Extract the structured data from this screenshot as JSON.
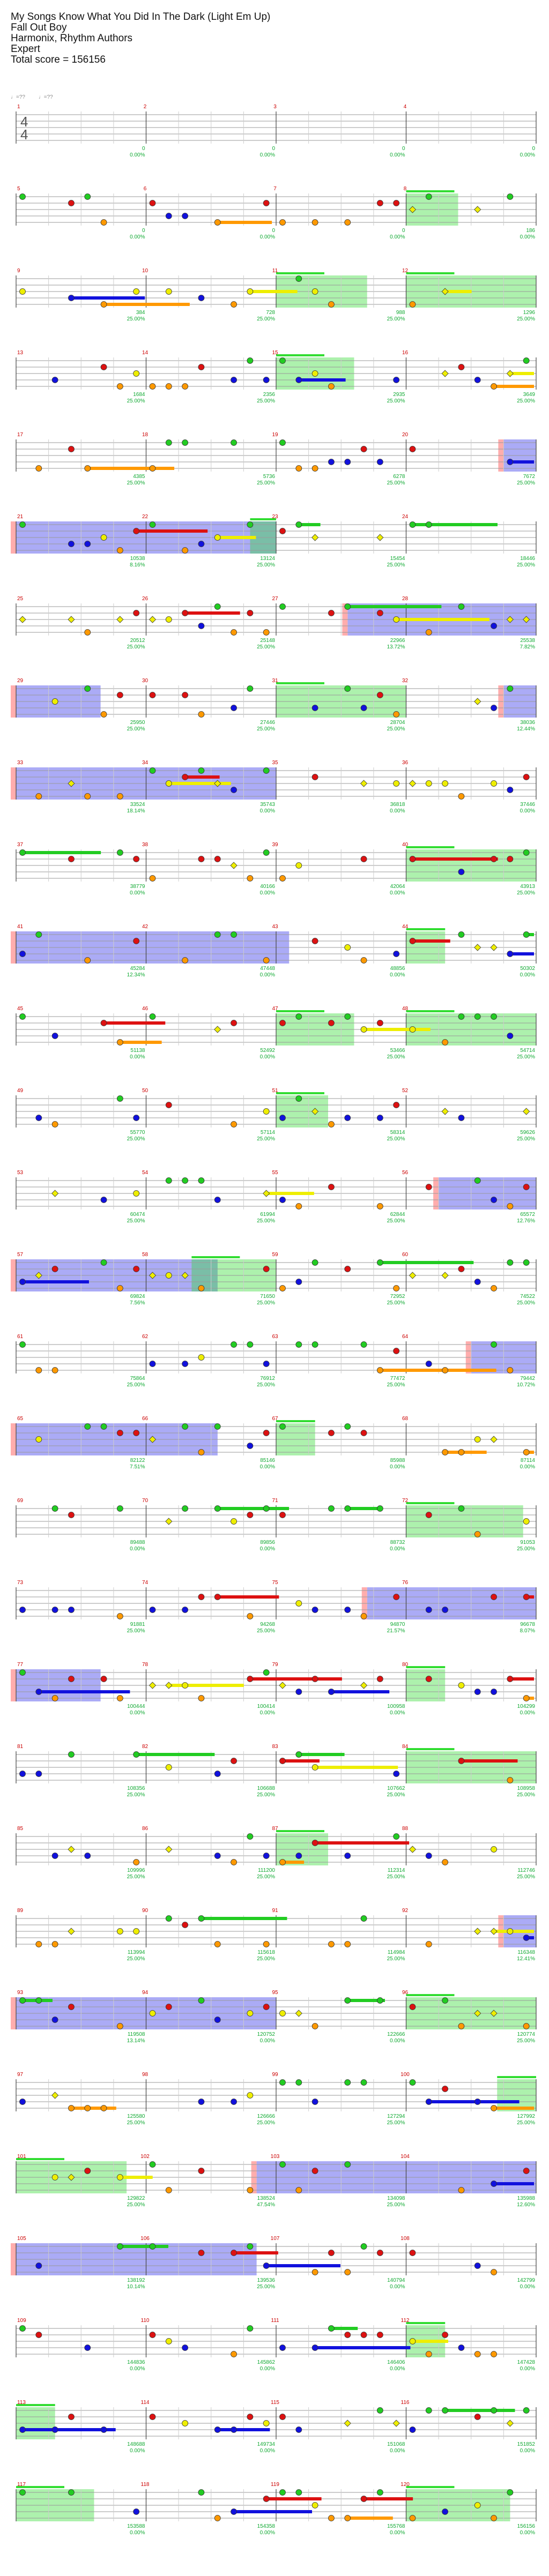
{
  "song": {
    "title": "My Songs Know What You Did In The Dark (Light Em Up)",
    "artist": "Fall Out Boy",
    "charter": "Harmonix, Rhythm Authors",
    "difficulty": "Expert",
    "total_score_text": "Total score = 156156"
  },
  "legend": {
    "items": [
      "♩=??",
      "♩=??"
    ]
  },
  "time_signature": "4/4",
  "colors": {
    "green": "#22cc22",
    "red": "#dd1111",
    "yellow": "#eeee00",
    "blue": "#1111dd",
    "orange": "#ff9900",
    "starpower": "#33dd33",
    "solo_fill": "#6666ee",
    "solo_edge": "#ff9999"
  },
  "rows": [
    {
      "measures": [
        1,
        2,
        3,
        4
      ],
      "scores": [
        "0",
        "0",
        "0",
        "0"
      ],
      "pcts": [
        "0.00%",
        "0.00%",
        "0.00%",
        "0.00%"
      ],
      "sp": [],
      "solo": []
    },
    {
      "measures": [
        5,
        6,
        7,
        8
      ],
      "scores": [
        "0",
        "0",
        "0",
        "186"
      ],
      "pcts": [
        "0.00%",
        "0.00%",
        "0.00%",
        "0.00%"
      ],
      "sp": [
        [
          3.0,
          3.4
        ]
      ],
      "solo": []
    },
    {
      "measures": [
        9,
        10,
        11,
        12
      ],
      "scores": [
        "384",
        "728",
        "988",
        "1296"
      ],
      "pcts": [
        "25.00%",
        "25.00%",
        "25.00%",
        "25.00%"
      ],
      "sp": [
        [
          2.0,
          2.7
        ],
        [
          3.0,
          4.0
        ]
      ],
      "solo": []
    },
    {
      "measures": [
        13,
        14,
        15,
        16
      ],
      "scores": [
        "1684",
        "2356",
        "2935",
        "3649"
      ],
      "pcts": [
        "25.00%",
        "25.00%",
        "25.00%",
        "25.00%"
      ],
      "sp": [
        [
          2.0,
          2.6
        ]
      ],
      "solo": []
    },
    {
      "measures": [
        17,
        18,
        19,
        20
      ],
      "scores": [
        "4385",
        "5736",
        "6278",
        "7672"
      ],
      "pcts": [
        "25.00%",
        "25.00%",
        "25.00%",
        "25.00%"
      ],
      "sp": [],
      "solo": [
        [
          3.75,
          4.0
        ]
      ]
    },
    {
      "measures": [
        21,
        22,
        23,
        24
      ],
      "scores": [
        "10538",
        "13124",
        "15454",
        "18446"
      ],
      "pcts": [
        "8.16%",
        "25.00%",
        "25.00%",
        "25.00%"
      ],
      "sp": [
        [
          1.8,
          2.0
        ]
      ],
      "solo": [
        [
          0,
          2.0
        ]
      ]
    },
    {
      "measures": [
        25,
        26,
        27,
        28
      ],
      "scores": [
        "20512",
        "25148",
        "22966",
        "25538"
      ],
      "pcts": [
        "25.00%",
        "25.00%",
        "13.72%",
        "7.82%"
      ],
      "sp": [],
      "solo": [
        [
          2.55,
          4.0
        ]
      ]
    },
    {
      "measures": [
        29,
        30,
        31,
        32
      ],
      "scores": [
        "25950",
        "27446",
        "28704",
        "38036"
      ],
      "pcts": [
        "25.00%",
        "25.00%",
        "25.00%",
        "12.44%"
      ],
      "sp": [
        [
          2.0,
          3.0
        ]
      ],
      "solo": [
        [
          0,
          0.65
        ],
        [
          3.75,
          4.0
        ]
      ]
    },
    {
      "measures": [
        33,
        34,
        35,
        36
      ],
      "scores": [
        "33524",
        "35743",
        "36818",
        "37446"
      ],
      "pcts": [
        "18.14%",
        "0.00%",
        "0.00%",
        "0.00%"
      ],
      "sp": [],
      "solo": [
        [
          0,
          2.0
        ]
      ]
    },
    {
      "measures": [
        37,
        38,
        39,
        40
      ],
      "scores": [
        "38779",
        "40166",
        "42064",
        "43913"
      ],
      "pcts": [
        "0.00%",
        "0.00%",
        "0.00%",
        "25.00%"
      ],
      "sp": [
        [
          3.0,
          4.0
        ]
      ],
      "solo": []
    },
    {
      "measures": [
        41,
        42,
        43,
        44
      ],
      "scores": [
        "45284",
        "47448",
        "48856",
        "50302"
      ],
      "pcts": [
        "12.34%",
        "0.00%",
        "0.00%",
        "0.00%"
      ],
      "sp": [
        [
          3.0,
          3.3
        ]
      ],
      "solo": [
        [
          0,
          2.1
        ]
      ]
    },
    {
      "measures": [
        45,
        46,
        47,
        48
      ],
      "scores": [
        "51138",
        "52492",
        "53466",
        "54714"
      ],
      "pcts": [
        "0.00%",
        "0.00%",
        "25.00%",
        "25.00%"
      ],
      "sp": [
        [
          2.0,
          2.6
        ],
        [
          3.0,
          4.0
        ]
      ],
      "solo": []
    },
    {
      "measures": [
        49,
        50,
        51,
        52
      ],
      "scores": [
        "55770",
        "57114",
        "58314",
        "59626"
      ],
      "pcts": [
        "25.00%",
        "25.00%",
        "25.00%",
        "25.00%"
      ],
      "sp": [
        [
          2.0,
          2.4
        ]
      ],
      "solo": []
    },
    {
      "measures": [
        53,
        54,
        55,
        56
      ],
      "scores": [
        "60474",
        "61994",
        "62844",
        "65572"
      ],
      "pcts": [
        "25.00%",
        "25.00%",
        "25.00%",
        "12.76%"
      ],
      "sp": [],
      "solo": [
        [
          3.25,
          4.0
        ]
      ]
    },
    {
      "measures": [
        57,
        58,
        59,
        60
      ],
      "scores": [
        "69824",
        "71650",
        "72952",
        "74522"
      ],
      "pcts": [
        "7.56%",
        "25.00%",
        "25.00%",
        "25.00%"
      ],
      "sp": [
        [
          1.35,
          2.0
        ]
      ],
      "solo": [
        [
          0,
          1.55
        ]
      ]
    },
    {
      "measures": [
        61,
        62,
        63,
        64
      ],
      "scores": [
        "75864",
        "76912",
        "77472",
        "79442"
      ],
      "pcts": [
        "25.00%",
        "25.00%",
        "25.00%",
        "10.72%"
      ],
      "sp": [],
      "solo": [
        [
          3.5,
          4.0
        ]
      ]
    },
    {
      "measures": [
        65,
        66,
        67,
        68
      ],
      "scores": [
        "82122",
        "85146",
        "85988",
        "87114"
      ],
      "pcts": [
        "7.51%",
        "0.00%",
        "0.00%",
        "0.00%"
      ],
      "sp": [
        [
          2.0,
          2.3
        ]
      ],
      "solo": [
        [
          0,
          1.55
        ]
      ]
    },
    {
      "measures": [
        69,
        70,
        71,
        72
      ],
      "scores": [
        "89488",
        "89856",
        "88732",
        "91053"
      ],
      "pcts": [
        "0.00%",
        "0.00%",
        "0.00%",
        "25.00%"
      ],
      "sp": [
        [
          3.0,
          3.9
        ]
      ],
      "solo": []
    },
    {
      "measures": [
        73,
        74,
        75,
        76
      ],
      "scores": [
        "91881",
        "94268",
        "94870",
        "96678"
      ],
      "pcts": [
        "25.00%",
        "25.00%",
        "21.57%",
        "8.07%"
      ],
      "sp": [],
      "solo": [
        [
          2.7,
          4.0
        ]
      ]
    },
    {
      "measures": [
        77,
        78,
        79,
        80
      ],
      "scores": [
        "100444",
        "100414",
        "100958",
        "104299"
      ],
      "pcts": [
        "0.00%",
        "0.00%",
        "0.00%",
        "0.00%"
      ],
      "sp": [
        [
          3.0,
          3.3
        ]
      ],
      "solo": [
        [
          0,
          0.65
        ]
      ]
    },
    {
      "measures": [
        81,
        82,
        83,
        84
      ],
      "scores": [
        "108356",
        "106688",
        "107662",
        "108958"
      ],
      "pcts": [
        "25.00%",
        "25.00%",
        "25.00%",
        "25.00%"
      ],
      "sp": [
        [
          3.0,
          4.0
        ]
      ],
      "solo": []
    },
    {
      "measures": [
        85,
        86,
        87,
        88
      ],
      "scores": [
        "109996",
        "111200",
        "112314",
        "112746"
      ],
      "pcts": [
        "25.00%",
        "25.00%",
        "25.00%",
        "25.00%"
      ],
      "sp": [
        [
          2.0,
          2.4
        ]
      ],
      "solo": []
    },
    {
      "measures": [
        89,
        90,
        91,
        92
      ],
      "scores": [
        "113994",
        "115618",
        "114984",
        "116348"
      ],
      "pcts": [
        "25.00%",
        "25.00%",
        "25.00%",
        "12.41%"
      ],
      "sp": [],
      "solo": [
        [
          3.75,
          4.0
        ]
      ]
    },
    {
      "measures": [
        93,
        94,
        95,
        96
      ],
      "scores": [
        "119508",
        "120752",
        "122666",
        "120774"
      ],
      "pcts": [
        "13.14%",
        "0.00%",
        "0.00%",
        "25.00%"
      ],
      "sp": [
        [
          3.0,
          4.0
        ]
      ],
      "solo": [
        [
          0,
          2.0
        ]
      ]
    },
    {
      "measures": [
        97,
        98,
        99,
        100
      ],
      "scores": [
        "125580",
        "126666",
        "127294",
        "127992"
      ],
      "pcts": [
        "25.00%",
        "25.00%",
        "25.00%",
        "25.00%"
      ],
      "sp": [
        [
          3.7,
          4.0
        ]
      ],
      "solo": []
    },
    {
      "measures": [
        101,
        102,
        103,
        104
      ],
      "scores": [
        "129822",
        "138524",
        "134098",
        "135988"
      ],
      "pcts": [
        "25.00%",
        "47.54%",
        "25.00%",
        "12.60%"
      ],
      "sp": [
        [
          0,
          0.85
        ]
      ],
      "solo": [
        [
          1.85,
          4.0
        ]
      ]
    },
    {
      "measures": [
        105,
        106,
        107,
        108
      ],
      "scores": [
        "138192",
        "139536",
        "140794",
        "142799"
      ],
      "pcts": [
        "10.14%",
        "25.00%",
        "0.00%",
        "0.00%"
      ],
      "sp": [],
      "solo": [
        [
          0,
          1.85
        ]
      ]
    },
    {
      "measures": [
        109,
        110,
        111,
        112
      ],
      "scores": [
        "144836",
        "145862",
        "146406",
        "147428"
      ],
      "pcts": [
        "0.00%",
        "0.00%",
        "0.00%",
        "0.00%"
      ],
      "sp": [
        [
          3.0,
          3.3
        ]
      ],
      "solo": []
    },
    {
      "measures": [
        113,
        114,
        115,
        116
      ],
      "scores": [
        "148688",
        "149734",
        "151068",
        "151852"
      ],
      "pcts": [
        "0.00%",
        "0.00%",
        "0.00%",
        "0.00%"
      ],
      "sp": [
        [
          0,
          0.3
        ]
      ],
      "solo": []
    },
    {
      "measures": [
        117,
        118,
        119,
        120
      ],
      "scores": [
        "153588",
        "154358",
        "155768",
        "156156"
      ],
      "pcts": [
        "0.00%",
        "0.00%",
        "0.00%",
        "0.00%"
      ],
      "sp": [
        [
          0,
          0.6
        ],
        [
          3.0,
          3.8
        ]
      ],
      "solo": []
    }
  ]
}
